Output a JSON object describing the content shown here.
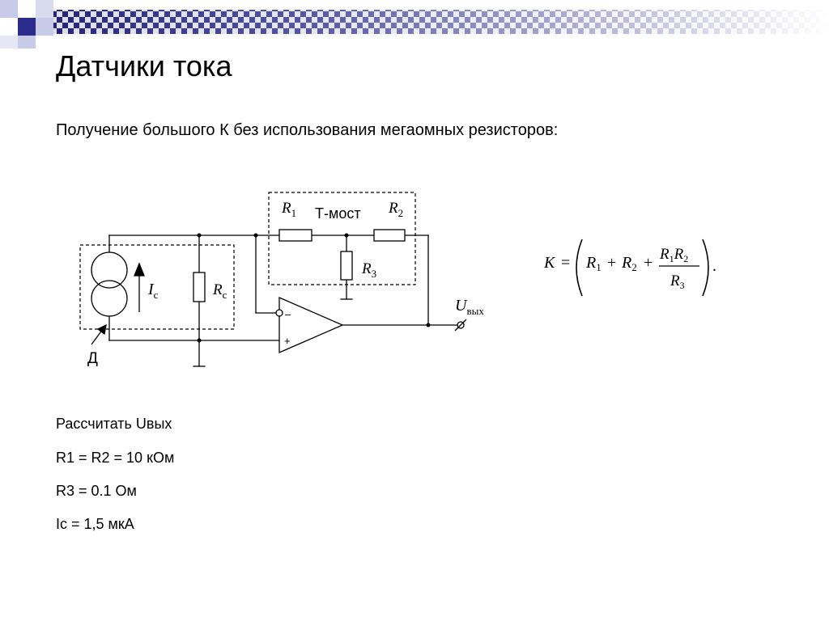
{
  "slide": {
    "title": "Датчики тока",
    "subtitle": "Получение большого К без использования мегаомных резисторов:",
    "accent_color": "#2b2b8c",
    "light_accent_color": "#c8cbe8"
  },
  "circuit": {
    "bridge_label": "Т-мост",
    "r1": {
      "symbol": "R",
      "sub": "1"
    },
    "r2": {
      "symbol": "R",
      "sub": "2"
    },
    "r3": {
      "symbol": "R",
      "sub": "3"
    },
    "rc": {
      "symbol": "R",
      "sub": "c"
    },
    "ic": {
      "symbol": "I",
      "sub": "c"
    },
    "uout": {
      "symbol": "U",
      "sub": "вых"
    },
    "sensor_label": "Д",
    "plus_sign": "+",
    "minus_sign": "–"
  },
  "formula": {
    "lhs": "K",
    "equals": "=",
    "r1": {
      "symbol": "R",
      "sub": "1"
    },
    "plus": "+",
    "r2": {
      "symbol": "R",
      "sub": "2"
    },
    "frac_num_a": {
      "symbol": "R",
      "sub": "1"
    },
    "frac_num_b": {
      "symbol": "R",
      "sub": "2"
    },
    "frac_den": {
      "symbol": "R",
      "sub": "3"
    },
    "period": "."
  },
  "task": {
    "line1": "Рассчитать Uвых",
    "line2": "R1 = R2 = 10 кОм",
    "line3": "R3 = 0.1 Ом",
    "line4": "Ic = 1,5 мкА"
  }
}
